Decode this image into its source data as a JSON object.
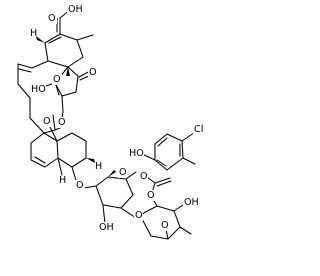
{
  "atom_labels": {
    "acid_oh": "OH",
    "acid_o": "O",
    "enol_ho": "HO",
    "lactone_o_ring": "O",
    "lactone_o_carbonyl": "O",
    "ester_o_link": "O",
    "ester_o_carbonyl": "O",
    "h_stereo_top": "H",
    "h_stereo_mid": "H",
    "h_stereo_low": "H",
    "glycoside_o": "O",
    "sugar1_ring_o": "O",
    "sugar1_oh": "OH",
    "interglycoside_o": "O",
    "sugar2_ring_o": "O",
    "sugar2_oh": "OH",
    "aryl_ester_o": "O",
    "aryl_ester_co": "O",
    "phenol_oh": "HO",
    "chloro": "Cl"
  }
}
